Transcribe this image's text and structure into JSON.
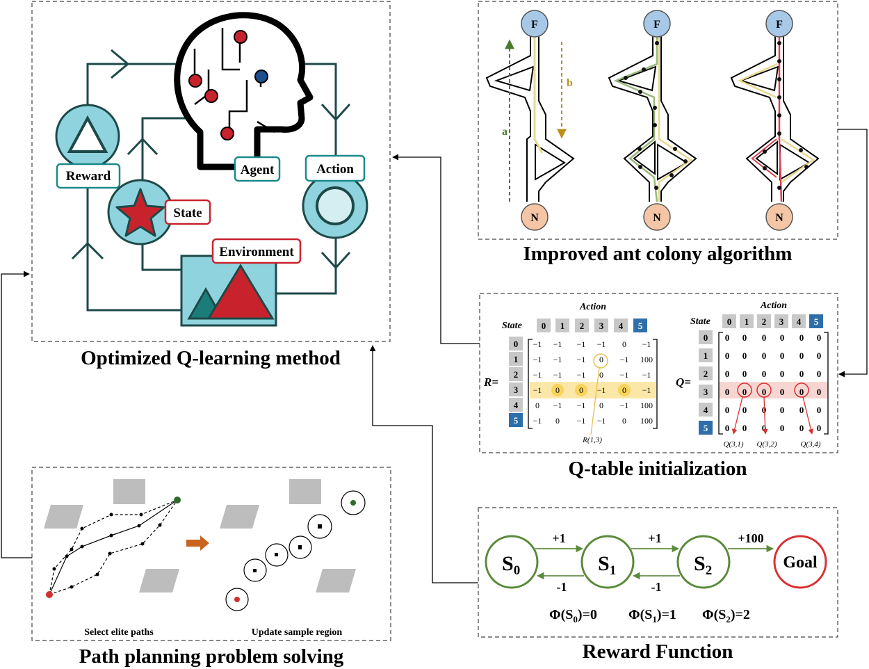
{
  "panels": {
    "qlearning": {
      "title": "Optimized Q-learning method",
      "labels": {
        "reward": "Reward",
        "agent": "Agent",
        "action": "Action",
        "state": "State",
        "environment": "Environment"
      }
    },
    "ant": {
      "title": "Improved ant colony algorithm",
      "node_top": "F",
      "node_bottom": "N",
      "path_a": "a",
      "path_b": "b"
    },
    "qtable": {
      "title": "Q-table initialization",
      "action_label": "Action",
      "state_label": "State",
      "r_label": "R=",
      "q_label": "Q=",
      "headers": [
        "0",
        "1",
        "2",
        "3",
        "4",
        "5"
      ],
      "r_matrix": [
        [
          "−1",
          "−1",
          "−1",
          "−1",
          "0",
          "−1"
        ],
        [
          "−1",
          "−1",
          "−1",
          "0",
          "−1",
          "100"
        ],
        [
          "−1",
          "−1",
          "−1",
          "0",
          "−1",
          "−1"
        ],
        [
          "−1",
          "0",
          "0",
          "−1",
          "0",
          "−1"
        ],
        [
          "0",
          "−1",
          "−1",
          "0",
          "−1",
          "100"
        ],
        [
          "−1",
          "0",
          "−1",
          "−1",
          "0",
          "100"
        ]
      ],
      "q_matrix": [
        [
          "0",
          "0",
          "0",
          "0",
          "0",
          "0"
        ],
        [
          "0",
          "0",
          "0",
          "0",
          "0",
          "0"
        ],
        [
          "0",
          "0",
          "0",
          "0",
          "0",
          "0"
        ],
        [
          "0",
          "0",
          "0",
          "0",
          "0",
          "0"
        ],
        [
          "0",
          "0",
          "0",
          "0",
          "0",
          "0"
        ],
        [
          "0",
          "0",
          "0",
          "0",
          "0",
          "0"
        ]
      ],
      "r_annotation": "R(1,3)",
      "q_annotations": [
        "Q(3,1)",
        "Q(3,2)",
        "Q(3,4)"
      ]
    },
    "path": {
      "title": "Path planning problem solving",
      "caption_left": "Select elite paths",
      "caption_right": "Update sample region"
    },
    "reward": {
      "title": "Reward Function",
      "states": [
        "S",
        "S",
        "S",
        "Goal"
      ],
      "subscripts": [
        "0",
        "1",
        "2"
      ],
      "forward": [
        "+1",
        "+1",
        "+100"
      ],
      "backward": [
        "-1",
        "-1"
      ],
      "potentials": [
        "Φ(S",
        "Φ(S",
        "Φ(S"
      ],
      "potential_values": [
        ")=0",
        ")=1",
        ")=2"
      ]
    }
  },
  "colors": {
    "teal_dark": "#1d4a48",
    "teal_fill": "#8fd3df",
    "teal_border": "#1a8a8a",
    "red": "#c0272d",
    "green": "#5a8a3a",
    "gold": "#d4a017",
    "node_blue": "#a8c8e8",
    "node_peach": "#f5c6a5",
    "header_gray": "#c8c8c8",
    "header_blue": "#2e6faa",
    "highlight": "#fbe7a8",
    "arrow_orange": "#c8641e"
  }
}
